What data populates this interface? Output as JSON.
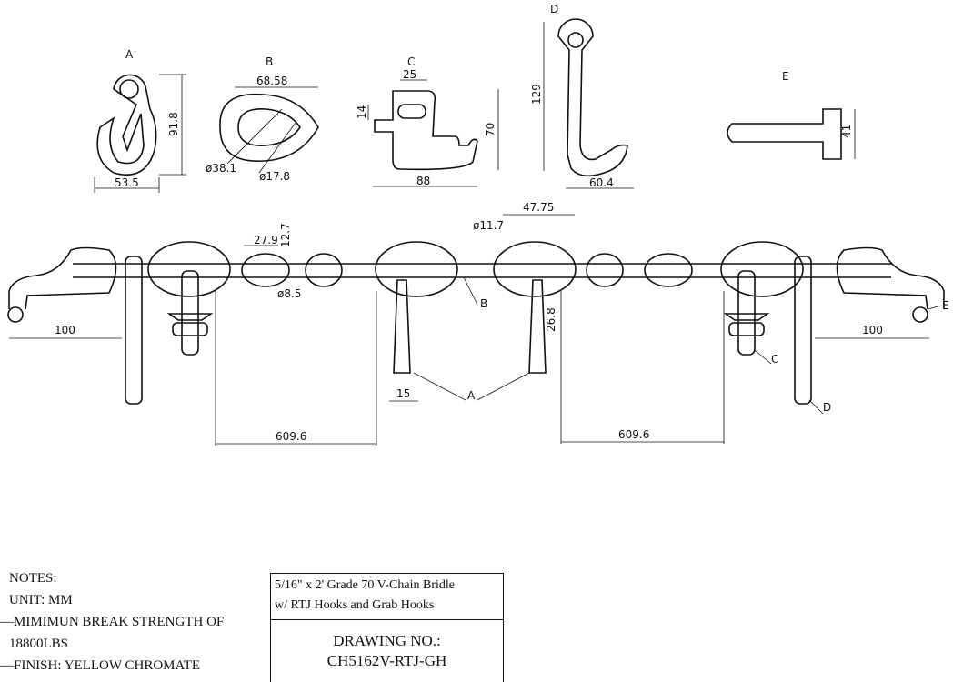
{
  "parts": {
    "A": {
      "label": "A",
      "height": "91.8",
      "width": "53.5"
    },
    "B": {
      "label": "B",
      "length": "68.58",
      "outer_dia": "ø38.1",
      "inner_dia": "ø17.8"
    },
    "C": {
      "label": "C",
      "top": "25",
      "slot": "14",
      "height": "70",
      "width": "88"
    },
    "D": {
      "label": "D",
      "height": "129",
      "width": "60.4"
    },
    "E": {
      "label": "E",
      "height": "41"
    }
  },
  "assembly": {
    "link_pitch": "27.9",
    "link_width": "12.7",
    "wire_dia": "ø8.5",
    "big_link_dia": "ø11.7",
    "big_link_length": "47.75",
    "left_end": "100",
    "right_end": "100",
    "hook_len": "26.8",
    "hook_width": "15",
    "span_left": "609.6",
    "span_right": "609.6",
    "callouts": [
      "A",
      "B",
      "C",
      "D",
      "E"
    ]
  },
  "notes": {
    "title": "NOTES:",
    "unit": "UNIT: MM",
    "strength_1": "—MIMIMUN BREAK STRENGTH OF",
    "strength_2": "18800LBS",
    "finish": "—FINISH: YELLOW CHROMATE"
  },
  "title_block": {
    "desc_1": "5/16\" x 2' Grade 70 V-Chain Bridle",
    "desc_2": "w/ RTJ Hooks and Grab Hooks",
    "drawing_no_label": "DRAWING NO.:",
    "drawing_no": "CH5162V-RTJ-GH"
  }
}
